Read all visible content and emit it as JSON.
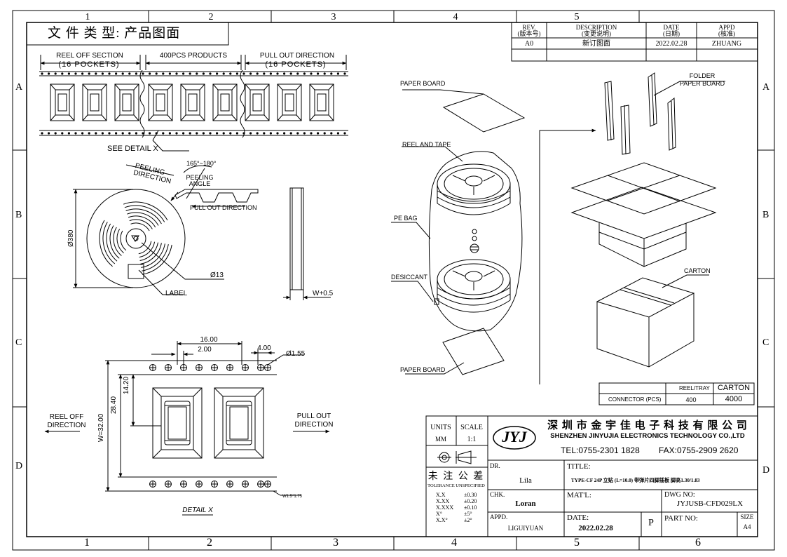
{
  "header": {
    "doc_type": "文 件 类 型: 产品图面"
  },
  "grid": {
    "cols": [
      "1",
      "2",
      "3",
      "4",
      "5",
      "6"
    ],
    "rows": [
      "A",
      "B",
      "C",
      "D"
    ]
  },
  "revision": {
    "headers": [
      {
        "en": "REV.",
        "cn": "(版本号)"
      },
      {
        "en": "DESCRIPTION",
        "cn": "(变更说明)"
      },
      {
        "en": "DATE",
        "cn": "(日期)"
      },
      {
        "en": "APPD",
        "cn": "(核准)"
      }
    ],
    "row": [
      "A0",
      "新订图面",
      "2022.02.28",
      "ZHUANG"
    ]
  },
  "tape": {
    "reel_off": "REEL OFF SECTION",
    "reel_off_pockets": "(16 POCKETS)",
    "products": "400PCS PRODUCTS",
    "pull_out": "PULL OUT DIRECTION",
    "pull_out_pockets": "(16 POCKETS)",
    "see_detail": "SEE DETAIL X"
  },
  "reel": {
    "peeling_direction": "PEELING\nDIRECTION",
    "angle_range": "165°~180°",
    "peeling_angle": "PEELING\nANGLE",
    "pull_out": "PULL OUT DIRECTION",
    "diameter": "Ø380",
    "hub": "Ø13",
    "label": "LABEL",
    "width": "W+0.5"
  },
  "detail": {
    "dim_pitch": "16.00",
    "dim_hole_offset": "2.00",
    "dim_hole_pitch": "4.00",
    "dim_hole_dia": "Ø1.55",
    "dim_14": "14.20",
    "dim_28": "28.40",
    "dim_w": "W=32.00",
    "dim_w_tol": "W1.5*1.75",
    "reel_off": "REEL OFF\nDIRECTION",
    "pull_out": "PULL OUT\nDIRECTION",
    "title": "DETAIL X"
  },
  "packing": {
    "paper_board_top": "PAPER BOARD",
    "reel_and_tape": "REEL AND TAPE",
    "pe_bag": "PE BAG",
    "desiccant": "DESICCANT",
    "paper_board_bottom": "PAPER BOARD",
    "folder": "FOLDER\nPAPER BOARD",
    "carton": "CARTON"
  },
  "qty_table": {
    "col_reel": "REEL/TRAY",
    "col_carton": "CARTON",
    "row_label": "CONNECTOR (PCS)",
    "reel_qty": "400",
    "carton_qty": "4000"
  },
  "title_block": {
    "units_label": "UNITS",
    "units": "MM",
    "scale_label": "SCALE",
    "scale": "1:1",
    "logo": "JYJ",
    "company_cn": "深 圳 市 金 宇 佳 电 子 科 技 有 限 公 司",
    "company_en": "SHENZHEN JINYUJIA ELECTRONICS TECHNOLOGY CO.,LTD",
    "tel": "TEL:0755-2301 1828",
    "fax": "FAX:0755-2909 2620",
    "tol_cn": "未 注 公 差",
    "tol_en": "TOLERANCE UNSPECIFIED",
    "tolerances": [
      [
        "X.X",
        "±0.30"
      ],
      [
        "X.XX",
        "±0.20"
      ],
      [
        "X.XXX",
        "±0.10"
      ],
      [
        "X°",
        "±5°"
      ],
      [
        "X.X°",
        "±2°"
      ]
    ],
    "dr_label": "DR.",
    "dr": "Lila",
    "chk_label": "CHK.",
    "chk": "Loran",
    "appd_label": "APPD.",
    "appd": "LIGUIYUAN",
    "title_label": "TITLE:",
    "title": "TYPE-CF 24P 立贴 (L=10.0) 带弹片四脚插板 脚高1.30/1.83",
    "matl_label": "MAT'L:",
    "dwg_label": "DWG NO:",
    "dwg": "JYJUSB-CFD029LX",
    "date_label": "DATE:",
    "date": "2022.02.28",
    "p": "P",
    "part_label": "PART NO:",
    "size_label": "SIZE",
    "size": "A4"
  }
}
